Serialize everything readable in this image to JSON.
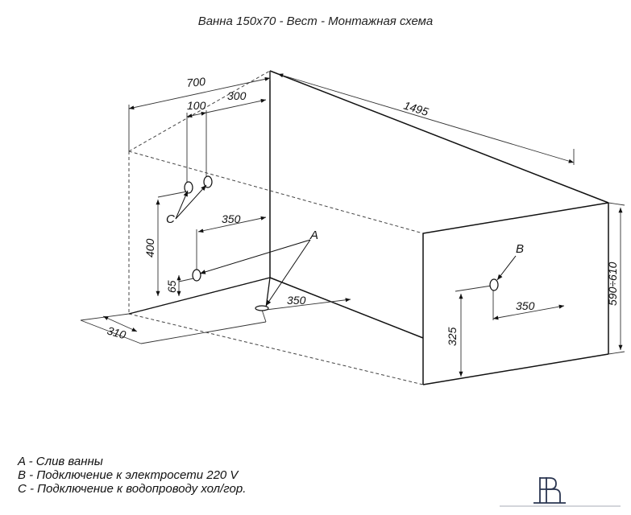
{
  "title": "Ванна 150x70 - Вест - Монтажная схема",
  "dimensions": {
    "width_700": "700",
    "d100": "100",
    "d300": "300",
    "length_1495": "1495",
    "d350_upper": "350",
    "d400": "400",
    "d65": "65",
    "d310": "310",
    "d350_drain": "350",
    "d325": "325",
    "d350_right": "350",
    "height_range": "590÷610"
  },
  "labels": {
    "a": "A",
    "b": "B",
    "c": "C"
  },
  "legend": [
    "A - Слив ванны",
    "B - Подключение к электросети 220 V",
    "C - Подключение к водопроводу хол/гор."
  ]
}
